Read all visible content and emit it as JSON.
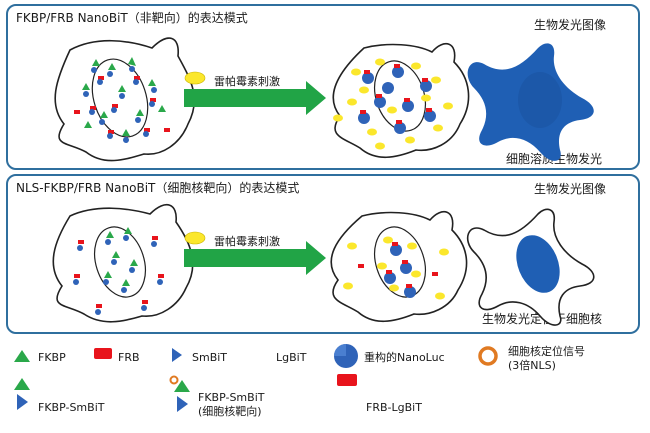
{
  "panels": [
    {
      "title": "FKBP/FRB NanoBiT（非靶向）的表达模式",
      "imaging_label": "生物发光图像",
      "stimulus_label": "雷帕霉素刺激",
      "result_label": "细胞溶质生物发光"
    },
    {
      "title": "NLS-FKBP/FRB NanoBiT（细胞核靶向）的表达模式",
      "imaging_label": "生物发光图像",
      "stimulus_label": "雷帕霉素刺激",
      "result_label": "生物发光定位于细胞核"
    }
  ],
  "legend": {
    "fkbp": "FKBP",
    "frb": "FRB",
    "smbit": "SmBiT",
    "lgbit": "LgBiT",
    "nanoluc": "重构的NanoLuc",
    "nls_line1": "细胞核定位信号",
    "nls_line2": "(3倍NLS)",
    "fkbp_smbit": "FKBP-SmBiT",
    "fkbp_smbit_nls_line1": "FKBP-SmBiT",
    "fkbp_smbit_nls_line2": "(细胞核靶向)",
    "frb_lgbit": "FRB-LgBiT"
  },
  "colors": {
    "panel_border": "#2f6f9e",
    "fkbp_green": "#2aa84a",
    "frb_red": "#e8141c",
    "bit_blue": "#2f63b8",
    "arrow_green": "#21a446",
    "rapamycin_yellow": "#fbe72c",
    "nls_orange": "#e07a22",
    "luminescence_blue": "#1f5fb4"
  }
}
